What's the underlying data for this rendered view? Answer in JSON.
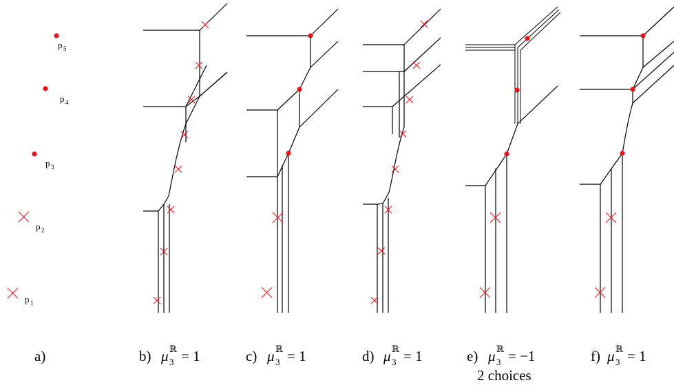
{
  "points": [
    {
      "id": "p1",
      "letter": "p",
      "index": "1",
      "marker": "cross-icon"
    },
    {
      "id": "p2",
      "letter": "p",
      "index": "2",
      "marker": "cross-icon"
    },
    {
      "id": "p3",
      "letter": "p",
      "index": "3",
      "marker": "dot-icon"
    },
    {
      "id": "p4",
      "letter": "p",
      "index": "4",
      "marker": "dot-icon"
    },
    {
      "id": "p5",
      "letter": "p",
      "index": "5",
      "marker": "dot-icon"
    }
  ],
  "captions": {
    "a": {
      "label": "a)"
    },
    "b": {
      "label": "b)",
      "mu": "μ",
      "sup": "ℝ",
      "sub": "3",
      "rhs": "= 1"
    },
    "c": {
      "label": "c)",
      "mu": "μ",
      "sup": "ℝ",
      "sub": "3",
      "rhs": "= 1"
    },
    "d": {
      "label": "d)",
      "mu": "μ",
      "sup": "ℝ",
      "sub": "3",
      "rhs": "= 1"
    },
    "e": {
      "label": "e)",
      "mu": "μ",
      "sup": "ℝ",
      "sub": "3",
      "rhs": "= −1",
      "note": "2 choices"
    },
    "f": {
      "label": "f)",
      "mu": "μ",
      "sup": "ℝ",
      "sub": "3",
      "rhs": "= 1"
    }
  },
  "colors": {
    "marker": "#e8141b",
    "line": "#000000"
  }
}
